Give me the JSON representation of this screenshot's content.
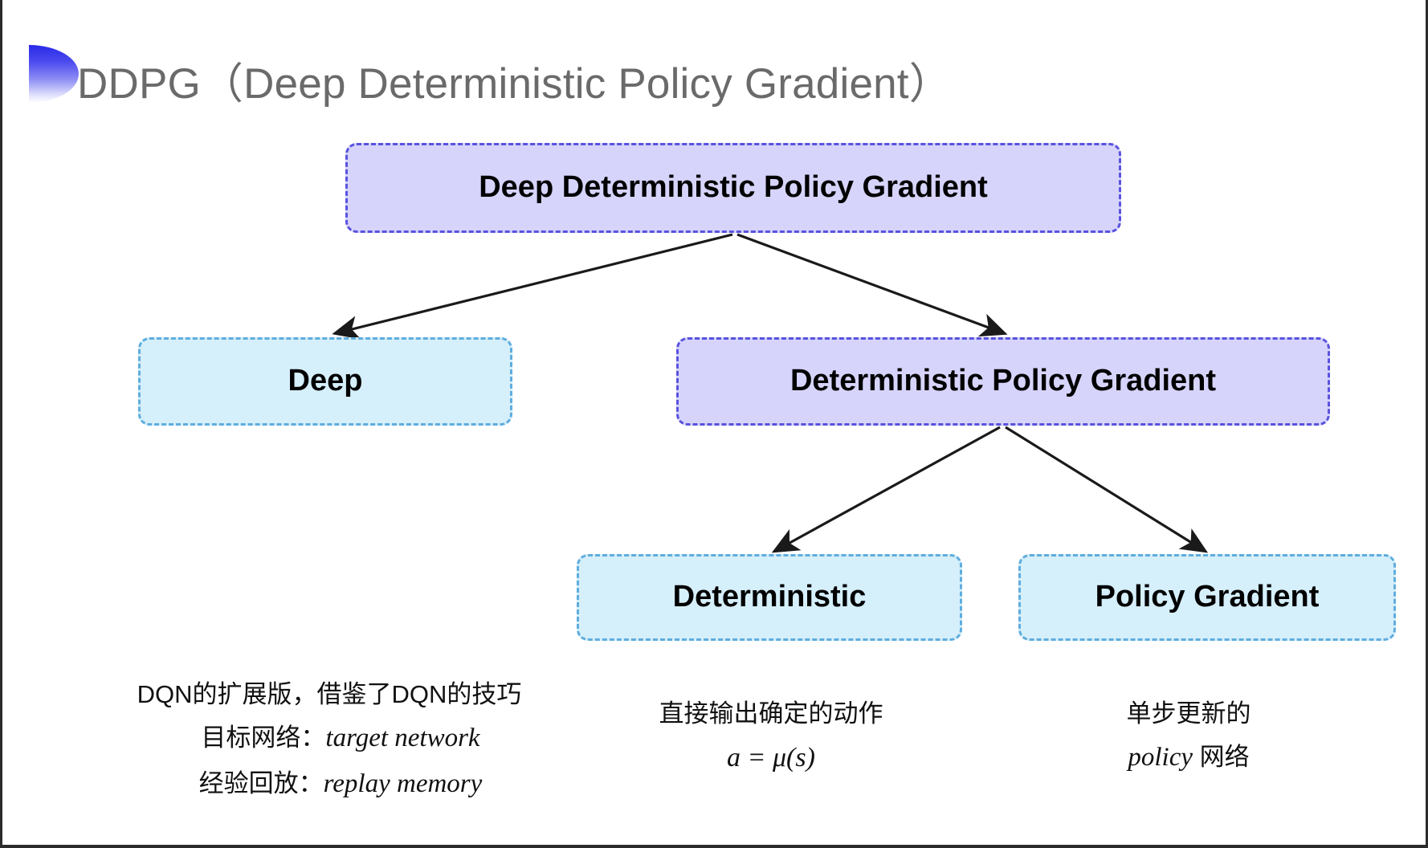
{
  "slide": {
    "title": "DDPG（Deep Deterministic Policy Gradient）",
    "bullet_icon": "half-ellipse-gradient-bullet-icon",
    "background_color": "#ffffff",
    "accent_color": "#2a2ae8"
  },
  "colors": {
    "purple_fill": "#d6d4fb",
    "purple_border": "#5952de",
    "cyan_fill": "#d5effb",
    "cyan_border": "#5fadde",
    "arrow_color": "#1a1a1a",
    "title_color": "#6a6a6a"
  },
  "diagram": {
    "type": "tree",
    "nodes": [
      {
        "id": "root",
        "label": "Deep Deterministic Policy Gradient",
        "style": "purple"
      },
      {
        "id": "deep",
        "label": "Deep",
        "style": "cyan"
      },
      {
        "id": "dpg",
        "label": "Deterministic Policy Gradient",
        "style": "purple"
      },
      {
        "id": "det",
        "label": "Deterministic",
        "style": "cyan"
      },
      {
        "id": "pg",
        "label": "Policy Gradient",
        "style": "cyan"
      }
    ],
    "edges": [
      {
        "from": "root",
        "to": "deep"
      },
      {
        "from": "root",
        "to": "dpg"
      },
      {
        "from": "dpg",
        "to": "det"
      },
      {
        "from": "dpg",
        "to": "pg"
      }
    ]
  },
  "annotations": {
    "deep": {
      "line1": "DQN的扩展版，借鉴了DQN的技巧",
      "line2_label": "目标网络：",
      "line2_term": "target network",
      "line3_label": "经验回放：",
      "line3_term": "replay memory"
    },
    "deterministic": {
      "line1": "直接输出确定的动作",
      "formula": "a = μ(s)"
    },
    "policy_gradient": {
      "line1": "单步更新的",
      "line2_term": "policy",
      "line2_suffix": " 网络"
    }
  }
}
